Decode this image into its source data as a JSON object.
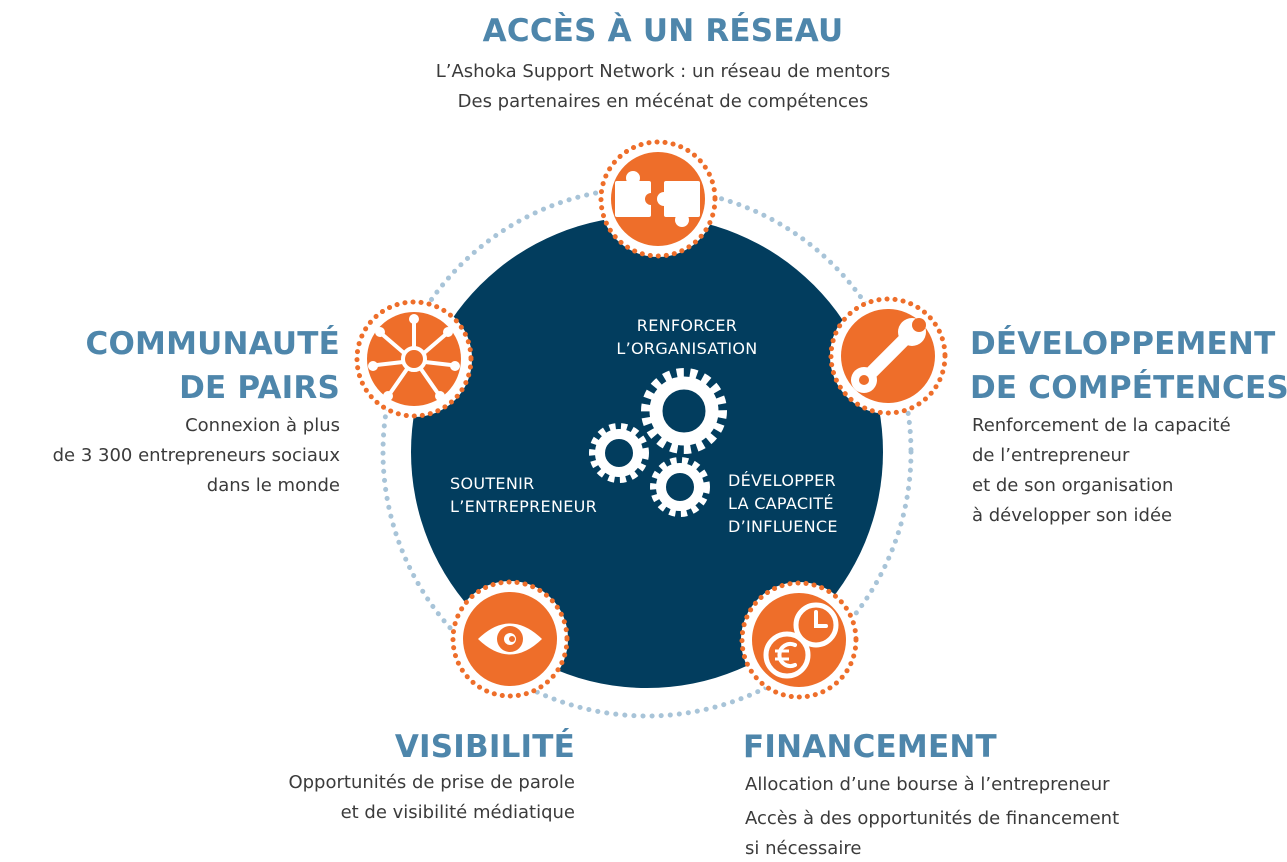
{
  "sections": {
    "network": {
      "title": "ACCÈS À UN RÉSEAU",
      "lines": [
        "L’Ashoka Support Network : un réseau de mentors",
        "Des partenaires en mécénat de compétences"
      ]
    },
    "community": {
      "title_lines": [
        "COMMUNAUTÉ",
        "DE PAIRS"
      ],
      "lines": [
        "Connexion à plus",
        "de 3 300 entrepreneurs sociaux",
        "dans le monde"
      ]
    },
    "skills": {
      "title_lines": [
        "DÉVELOPPEMENT",
        "DE COMPÉTENCES"
      ],
      "lines": [
        "Renforcement de la capacité",
        "de l’entrepreneur",
        "et de son organisation",
        "à développer son idée"
      ]
    },
    "visibility": {
      "title": "VISIBILITÉ",
      "lines": [
        "Opportunités de prise de parole",
        "et de visibilité médiatique"
      ]
    },
    "funding": {
      "title": "FINANCEMENT",
      "lines": [
        "Allocation d’une bourse à l’entrepreneur",
        "Accès à des opportunités de financement",
        "si nécessaire"
      ]
    }
  },
  "center": {
    "reinforce": [
      "RENFORCER",
      "L’ORGANISATION"
    ],
    "support": [
      "SOUTENIR",
      "L’ENTREPRENEUR"
    ],
    "influence": [
      "DÉVELOPPER",
      "LA CAPACITÉ",
      "D’INFLUENCE"
    ]
  },
  "icons": {
    "network": "puzzle-icon",
    "community": "people-circle-icon",
    "skills": "wrench-icon",
    "visibility": "eye-icon",
    "funding": "euro-clock-icon",
    "center": "gears-icon"
  },
  "colors": {
    "heading": "#4e86ab",
    "text": "#3b3b3b",
    "circle": "#023d5e",
    "orange": "#ee6e2a",
    "dotted_ring": "#a8c4d8"
  }
}
